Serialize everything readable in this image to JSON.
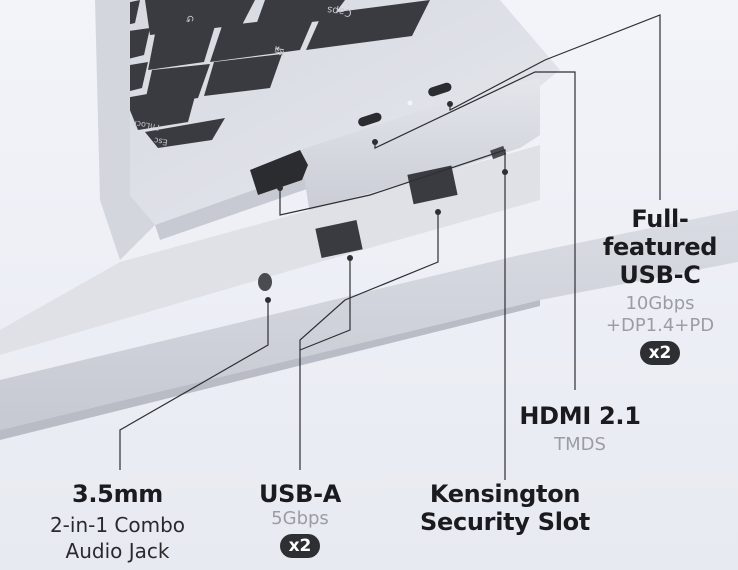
{
  "keys": {
    "tab_sym": "↹",
    "caps": "Caps",
    "esc": "Esc",
    "fnlock": "FnLock"
  },
  "ports": {
    "usbc": {
      "title_line1": "Full-featured",
      "title_line2": "USB-C",
      "spec_line1": "10Gbps",
      "spec_line2": "+DP1.4+PD",
      "count": "x2"
    },
    "hdmi": {
      "title": "HDMI 2.1",
      "spec": "TMDS"
    },
    "kensington": {
      "title_line1": "Kensington",
      "title_line2": "Security Slot"
    },
    "usba": {
      "title": "USB-A",
      "spec": "5Gbps",
      "count": "x2"
    },
    "audio": {
      "title": "3.5mm",
      "desc_line1": "2-in-1 Combo",
      "desc_line2": "Audio Jack"
    }
  }
}
